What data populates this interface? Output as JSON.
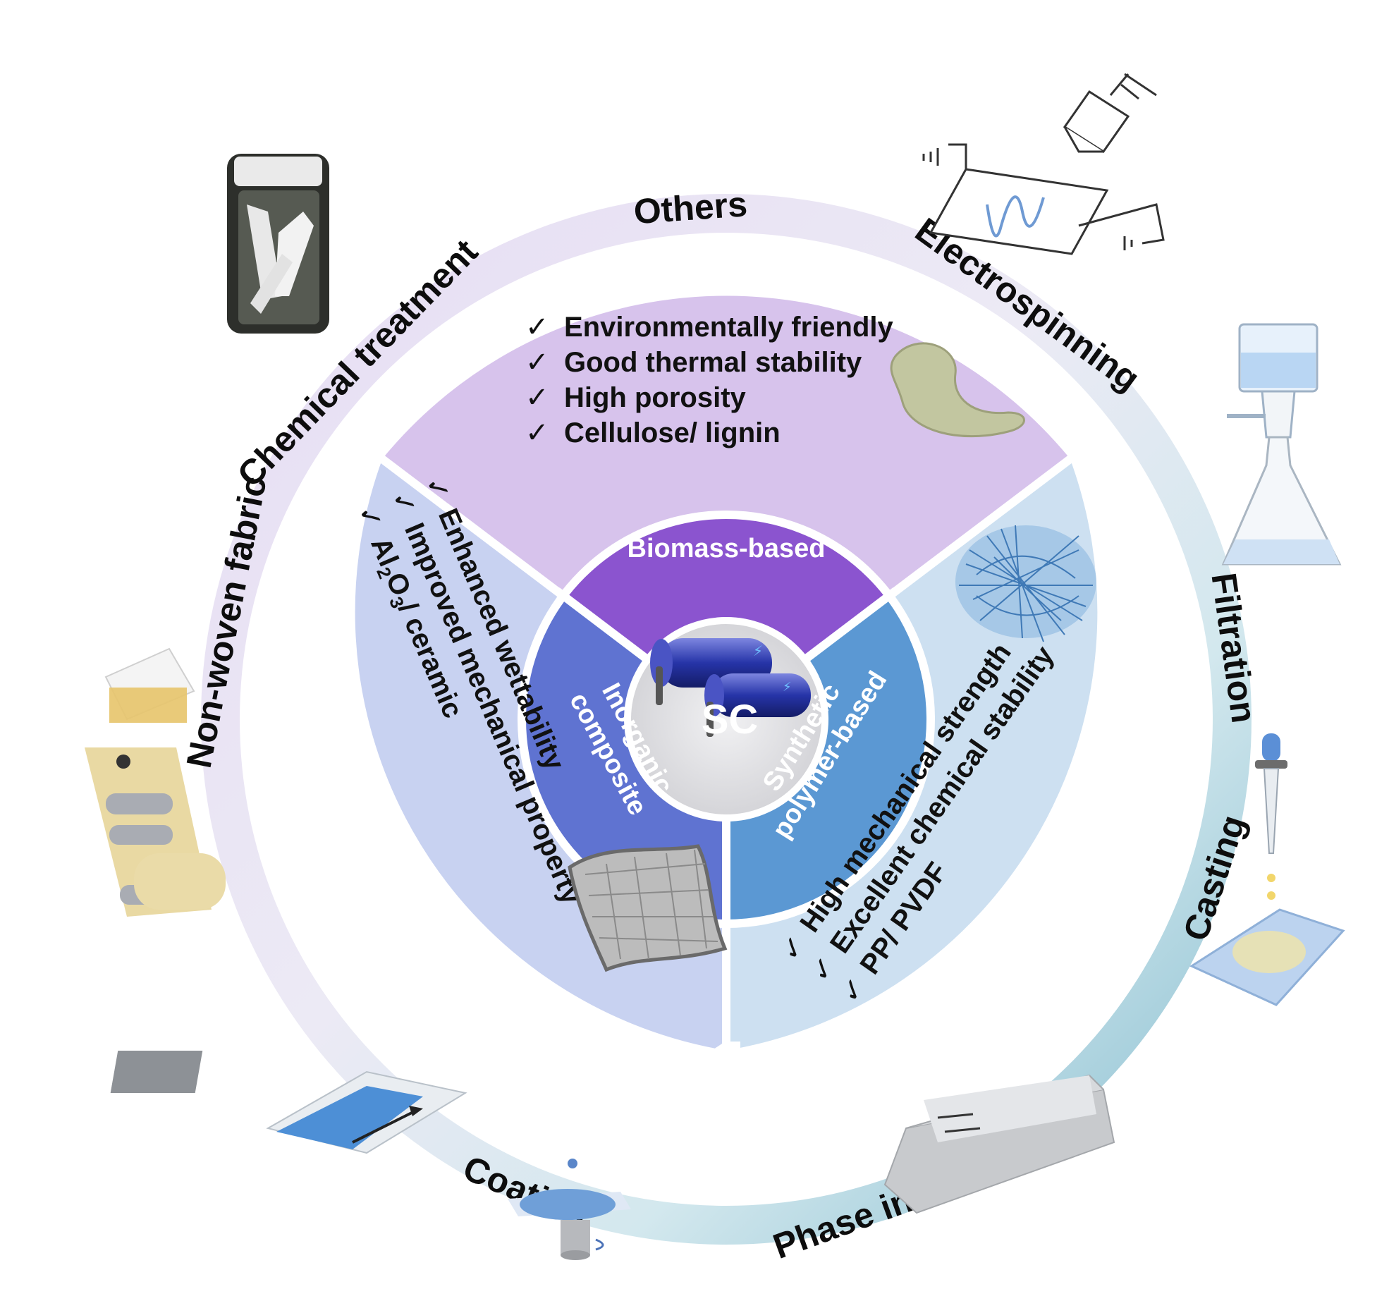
{
  "center": {
    "label": "SC"
  },
  "categories": {
    "biomass": "Biomass-based",
    "synthetic": [
      "Synthetic",
      "polymer-based"
    ],
    "inorganic": [
      "Inorganic",
      "composite"
    ]
  },
  "features": {
    "biomass": [
      "Environmentally friendly",
      "Good thermal stability",
      "High porosity",
      "Cellulose/ lignin"
    ],
    "synthetic": [
      "High mechanical strength",
      "Excellent chemical stability",
      "PP/ PVDF"
    ],
    "inorganic": {
      "line1": "Enhanced wettability",
      "line2": "Improved mechanical property",
      "line3_base": "Al",
      "line3_sub1": "2",
      "line3_mid": "O",
      "line3_sub2": "3",
      "line3_tail": "/ ceramic"
    }
  },
  "check_mark": "✓",
  "ring_methods": [
    "Others",
    "Electrospinning",
    "Filtration",
    "Casting",
    "Phase inversion",
    "Coating",
    "Non-woven fabric",
    "Chemical treatment"
  ],
  "icons": [
    "electrospinning-icon",
    "filtration-flask-icon",
    "dropper-casting-icon",
    "phase-inversion-icon",
    "spin-coating-icon",
    "blade-coating-icon",
    "nonwoven-roller-icon",
    "chemical-jar-icon"
  ],
  "colors": {
    "biomass_sector": "#d7c3ec",
    "biomass_center": "#8b54cf",
    "synthetic_sector": "#cde0f1",
    "synthetic_center": "#5b98d3",
    "inorganic_sector": "#c8d2f1",
    "inorganic_center": "#5f73d1",
    "ring_light": "#ece6f4",
    "ring_teal": "#8cc3d3"
  }
}
